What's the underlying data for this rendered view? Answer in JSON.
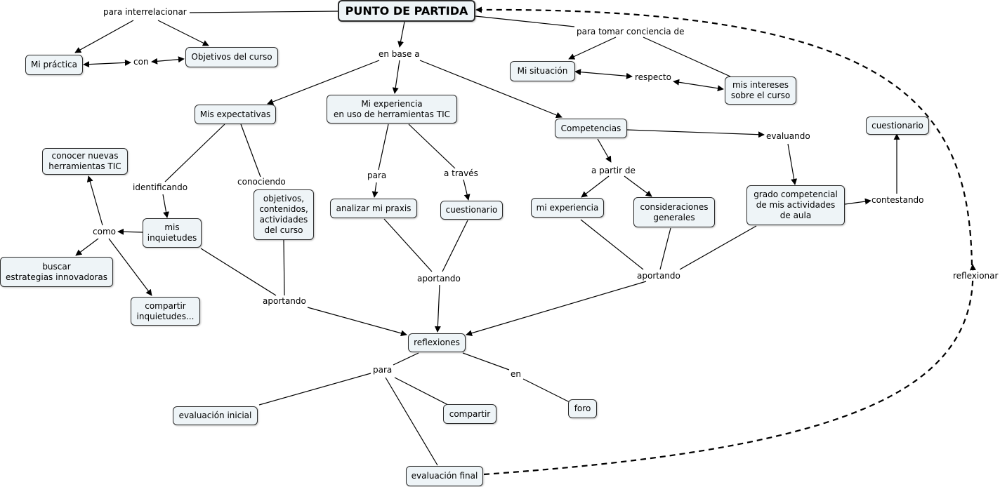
{
  "concepts": {
    "punto_partida": "PUNTO DE PARTIDA",
    "mi_practica": "Mi práctica",
    "objetivos_curso": "Objetivos del curso",
    "mi_situacion": "Mi situación",
    "mis_intereses": "mis intereses\nsobre el curso",
    "mis_expectativas": "Mis expectativas",
    "mi_experiencia_tic": "Mi experiencia\nen uso de herramientas TIC",
    "competencias": "Competencias",
    "cuestionario_top": "cuestionario",
    "conocer_nuevas": "conocer nuevas\nherramientas TIC",
    "mis_inquietudes": "mis\ninquietudes",
    "obj_contenidos": "objetivos,\ncontenidos,\nactividades\ndel curso",
    "analizar_praxis": "analizar mi praxis",
    "cuestionario_mid": "cuestionario",
    "mi_experiencia": "mi experiencia",
    "consideraciones": "consideraciones\ngenerales",
    "grado_competencial": "grado competencial\nde mis actividades\nde aula",
    "buscar_estrategias": "buscar\nestrategias innovadoras",
    "compartir_inquietudes": "compartir\ninquietudes...",
    "reflexiones": "reflexiones",
    "evaluacion_inicial": "evaluación inicial",
    "compartir": "compartir",
    "foro": "foro",
    "evaluacion_final": "evaluación final"
  },
  "links": {
    "para_interrelacionar": "para interrelacionar",
    "con": "con",
    "en_base_a": "en base a",
    "para_tomar_conciencia": "para tomar conciencia de",
    "respecto": "respecto",
    "identificando": "identificando",
    "conociendo": "conociendo",
    "para_tic": "para",
    "a_traves": "a través",
    "evaluando": "evaluando",
    "a_partir_de": "a partir de",
    "contestando": "contestando",
    "como": "como",
    "aportando_left": "aportando",
    "aportando_mid": "aportando",
    "aportando_right": "aportando",
    "reflexionar": "reflexionar",
    "para_reflex": "para",
    "en": "en"
  },
  "colors": {
    "node_fill": "#eef4f7",
    "node_border": "#2b2b2b",
    "line": "#000000"
  }
}
